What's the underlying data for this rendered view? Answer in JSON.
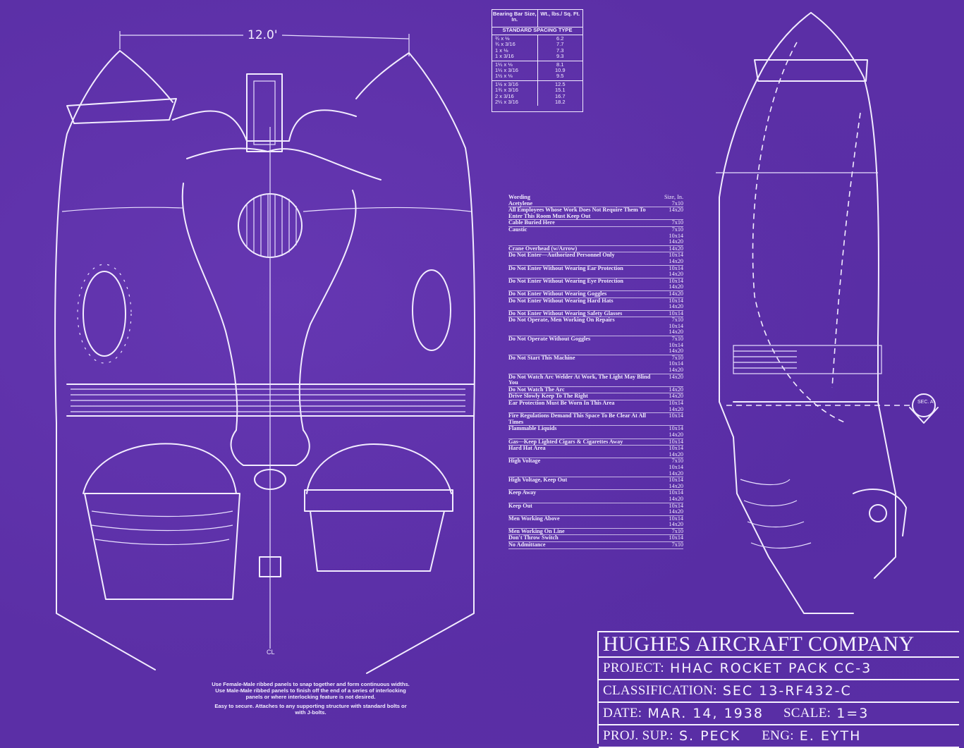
{
  "dimension": "12.0'",
  "bearing_table": {
    "col1": "Bearing Bar Size, In.",
    "col2": "Wt., lbs./ Sq. Ft.",
    "subheader": "STANDARD SPACING TYPE",
    "groups": [
      {
        "sizes": [
          "¾ x ⅛",
          "¾ x 3/16",
          "1 x ⅛",
          "1 x 3/16"
        ],
        "weights": [
          "6.2",
          "7.7",
          "7.3",
          "9.3"
        ]
      },
      {
        "sizes": [
          "1¼ x ⅛",
          "1¼ x 3/16",
          "1½ x ⅛"
        ],
        "weights": [
          "8.1",
          "10.9",
          "9.5"
        ]
      },
      {
        "sizes": [
          "1½ x 3/16",
          "1¾ x 3/16",
          "2 x 3/16",
          "2¼ x 3/16"
        ],
        "weights": [
          "12.5",
          "15.1",
          "16.7",
          "18.2"
        ]
      }
    ]
  },
  "wording_table": {
    "header": "Wording",
    "header2": "Acetylene",
    "size_header": "Size, In.",
    "header_size": "7x10",
    "rows": [
      {
        "text": "All Employees Whose Work Does Not Require Them To Enter This Room Must Keep Out",
        "size": "14x20"
      },
      {
        "text": "Cable Buried Here",
        "size": "7x10"
      },
      {
        "text": "Caustic",
        "size": "7x10\n10x14\n14x20"
      },
      {
        "text": "Crane Overhead (w/Arrow)",
        "size": "14x20"
      },
      {
        "text": "Do Not Enter—Authorized Personnel Only",
        "size": "10x14\n14x20"
      },
      {
        "text": "Do Not Enter Without Wearing Ear Protection",
        "size": "10x14\n14x20"
      },
      {
        "text": "Do Not Enter Without Wearing Eye Protection",
        "size": "10x14\n14x20"
      },
      {
        "text": "Do Not Enter Without Wearing Goggles",
        "size": "14x20"
      },
      {
        "text": "Do Not Enter Without Wearing Hard Hats",
        "size": "10x14\n14x20"
      },
      {
        "text": "Do Not Enter Without Wearing Safety Glasses",
        "size": "10x14"
      },
      {
        "text": "Do Not Operate, Men Working On Repairs",
        "size": "7x10\n10x14\n14x20"
      },
      {
        "text": "Do Not Operate Without Goggles",
        "size": "7x10\n10x14\n14x20"
      },
      {
        "text": "Do Not Start This Machine",
        "size": "7x10\n10x14\n14x20"
      },
      {
        "text": "Do Not Watch Arc Welder At Work, The Light May Blind You",
        "size": "14x20"
      },
      {
        "text": "Do Not Watch The Arc",
        "size": "14x20"
      },
      {
        "text": "Drive Slowly Keep To The Right",
        "size": "14x20"
      },
      {
        "text": "Ear Protection Must Be Worn In This Area",
        "size": "10x14\n14x20"
      },
      {
        "text": "Fire Regulations Demand This Space To Be Clear At All Times",
        "size": "10x14"
      },
      {
        "text": "Flammable Liquids",
        "size": "10x14\n14x20"
      },
      {
        "text": "Gas—Keep Lighted Cigars & Cigarettes Away",
        "size": "10x14"
      },
      {
        "text": "Hard Hat Area",
        "size": "10x14\n14x20"
      },
      {
        "text": "High Voltage",
        "size": "7x10\n10x14\n14x20"
      },
      {
        "text": "High Voltage, Keep Out",
        "size": "10x14\n14x20"
      },
      {
        "text": "Keep Away",
        "size": "10x14\n14x20"
      },
      {
        "text": "Keep Out",
        "size": "10x14\n14x20"
      },
      {
        "text": "Men Working Above",
        "size": "10x14\n14x20"
      },
      {
        "text": "Men Working On Line",
        "size": "7x10"
      },
      {
        "text": "Don't Throw Switch",
        "size": "10x14"
      },
      {
        "text": "No Admittance",
        "size": "7x10"
      }
    ]
  },
  "notes": [
    "Use Female-Male ribbed panels to snap together and form continuous widths. Use Male-Male ribbed panels to finish off the end of a series of interlocking panels or where interlocking feature is not desired.",
    "Easy to secure. Attaches to any supporting structure with standard bolts or with J-bolts."
  ],
  "section_marker": "SEC. A",
  "center_label": "CL",
  "title_block": {
    "company": "HUGHES AIRCRAFT COMPANY",
    "project_label": "PROJECT:",
    "project_value": "HHAC ROCKET PACK CC-3",
    "classification_label": "CLASSIFICATION:",
    "classification_value": "SEC 13-RF432-C",
    "date_label": "DATE:",
    "date_value": "MAR. 14, 1938",
    "scale_label": "SCALE:",
    "scale_value": "1=3",
    "sup_label": "PROJ. SUP.:",
    "sup_value": "S. PECK",
    "eng_label": "ENG:",
    "eng_value": "E. EYTH"
  },
  "colors": {
    "paper": "#5b2fa6",
    "ink": "#f2ecff"
  }
}
